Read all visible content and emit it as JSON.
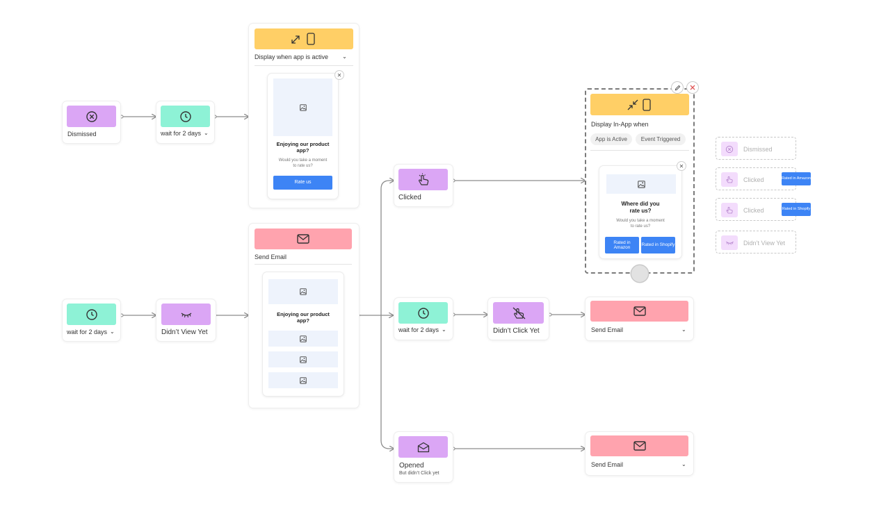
{
  "colors": {
    "purple": "#dba6f5",
    "teal": "#8ef2d6",
    "yellow": "#ffcf66",
    "pink": "#ffa3ae",
    "button": "#3d84f5"
  },
  "nodes": {
    "dismissed": {
      "label": "Dismissed",
      "icon": "x-circle-icon"
    },
    "wait_top": {
      "label": "wait for 2 days",
      "icon": "clock-icon"
    },
    "wait_mid": {
      "label": "wait for 2 days",
      "icon": "clock-icon"
    },
    "didnt_view": {
      "label": "Didn’t View Yet",
      "icon": "closed-eye-icon"
    },
    "clicked": {
      "label": "Clicked",
      "icon": "tap-hand-icon"
    },
    "wait_right": {
      "label": "wait for 2 days",
      "icon": "clock-icon"
    },
    "didnt_click": {
      "label": "Didn’t Click Yet",
      "icon": "crossed-tap-icon"
    },
    "opened": {
      "label": "Opened",
      "sublabel": "But didn’t Click yet",
      "icon": "open-envelope-icon"
    }
  },
  "inapp_top": {
    "dropdown": "Display when app is active",
    "title": "Enjoying our product app?",
    "subtitle": "Would you take a moment to rate us?",
    "button": "Rate us"
  },
  "email_node": {
    "label": "Send Email",
    "title": "Enjoying our product app?"
  },
  "selected_node": {
    "label": "Display In-App when",
    "pills": [
      "App is Active",
      "Event Triggered"
    ],
    "title": "Where did you rate us?",
    "subtitle": "Would you take a moment to rate us?",
    "buttons": [
      "Rated in Amazon",
      "Rated in Shopify"
    ]
  },
  "send_email_right": {
    "label": "Send Email"
  },
  "send_email_bottom": {
    "label": "Send Email"
  },
  "outcomes": [
    {
      "label": "Dismissed",
      "icon": "x-circle-icon"
    },
    {
      "label": "Clicked",
      "icon": "tap-hand-icon",
      "button": "Rated in Amazon"
    },
    {
      "label": "Clicked",
      "icon": "tap-hand-icon",
      "button": "Rated in Shopify"
    },
    {
      "label": "Didn’t View Yet",
      "icon": "closed-eye-icon"
    }
  ]
}
